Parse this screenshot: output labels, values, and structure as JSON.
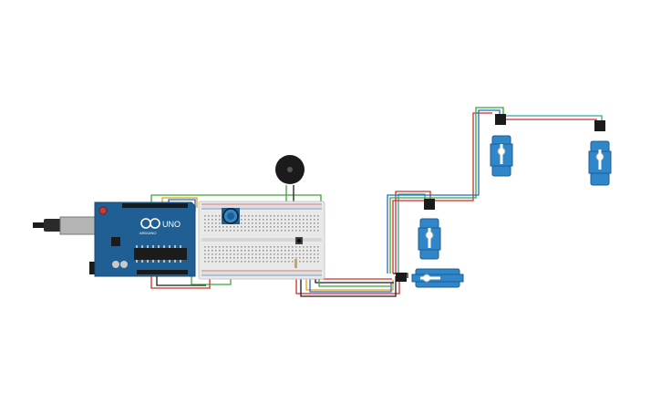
{
  "arduino": {
    "logo_text": "UNO",
    "brand_text": "ARDUINO"
  },
  "colors": {
    "background": "#ffffff",
    "board": "#1f5f93",
    "servo": "#2f86c9",
    "breadboard": "#e9e9e9",
    "wire_red": "#d42a2a",
    "wire_black": "#1b1b1b",
    "wire_green": "#3aa33a",
    "wire_orange": "#e3a019",
    "wire_blue": "#2a66c9",
    "wire_teal": "#2aa6a6"
  },
  "components": [
    {
      "name": "arduino-uno",
      "icon": "microcontroller-board"
    },
    {
      "name": "breadboard",
      "icon": "breadboard-grid"
    },
    {
      "name": "potentiometer",
      "icon": "rotary-knob"
    },
    {
      "name": "piezo-buzzer",
      "icon": "buzzer-disc"
    },
    {
      "name": "pushbutton",
      "icon": "tactile-switch"
    },
    {
      "name": "servo-1",
      "icon": "micro-servo"
    },
    {
      "name": "servo-2",
      "icon": "micro-servo"
    },
    {
      "name": "servo-3",
      "icon": "micro-servo"
    },
    {
      "name": "servo-4",
      "icon": "micro-servo"
    }
  ]
}
